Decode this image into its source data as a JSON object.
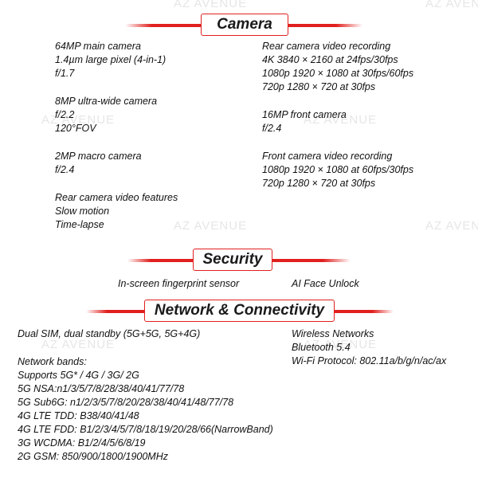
{
  "watermark": "AZ AVENUE",
  "accent_color": "#e0201e",
  "camera": {
    "title": "Camera",
    "main": [
      "64MP main camera",
      "1.4µm large pixel (4-in-1)",
      "f/1.7"
    ],
    "ultra_wide": [
      "8MP ultra-wide camera",
      "f/2.2",
      "120°FOV"
    ],
    "macro": [
      "2MP macro camera",
      "f/2.4"
    ],
    "rear_video_features": [
      "Rear camera video features",
      "Slow motion",
      "Time-lapse"
    ],
    "rear_video_recording": [
      "Rear camera video recording",
      "4K 3840 × 2160 at 24fps/30fps",
      "1080p 1920 × 1080 at 30fps/60fps",
      "720p 1280 × 720 at 30fps"
    ],
    "front": [
      "16MP front camera",
      "f/2.4"
    ],
    "front_video_recording": [
      "Front camera video recording",
      "1080p 1920 × 1080 at 60fps/30fps",
      "720p 1280 × 720 at 30fps"
    ]
  },
  "security": {
    "title": "Security",
    "items": [
      "In-screen fingerprint sensor",
      "AI Face Unlock"
    ]
  },
  "network": {
    "title": "Network & Connectivity",
    "sim": "Dual SIM, dual standby (5G+5G, 5G+4G)",
    "bands": [
      "Network bands:",
      "Supports 5G* / 4G / 3G/ 2G",
      "5G NSA:n1/3/5/7/8/28/38/40/41/77/78",
      "5G Sub6G: n1/2/3/5/7/8/20/28/38/40/41/48/77/78",
      "4G LTE TDD: B38/40/41/48",
      "4G LTE FDD: B1/2/3/4/5/7/8/18/19/20/28/66(NarrowBand)",
      "3G WCDMA: B1/2/4/5/6/8/19",
      "2G GSM: 850/900/1800/1900MHz"
    ],
    "wireless": [
      "Wireless Networks",
      "Bluetooth 5.4",
      "Wi-Fi Protocol: 802.11a/b/g/n/ac/ax"
    ]
  }
}
